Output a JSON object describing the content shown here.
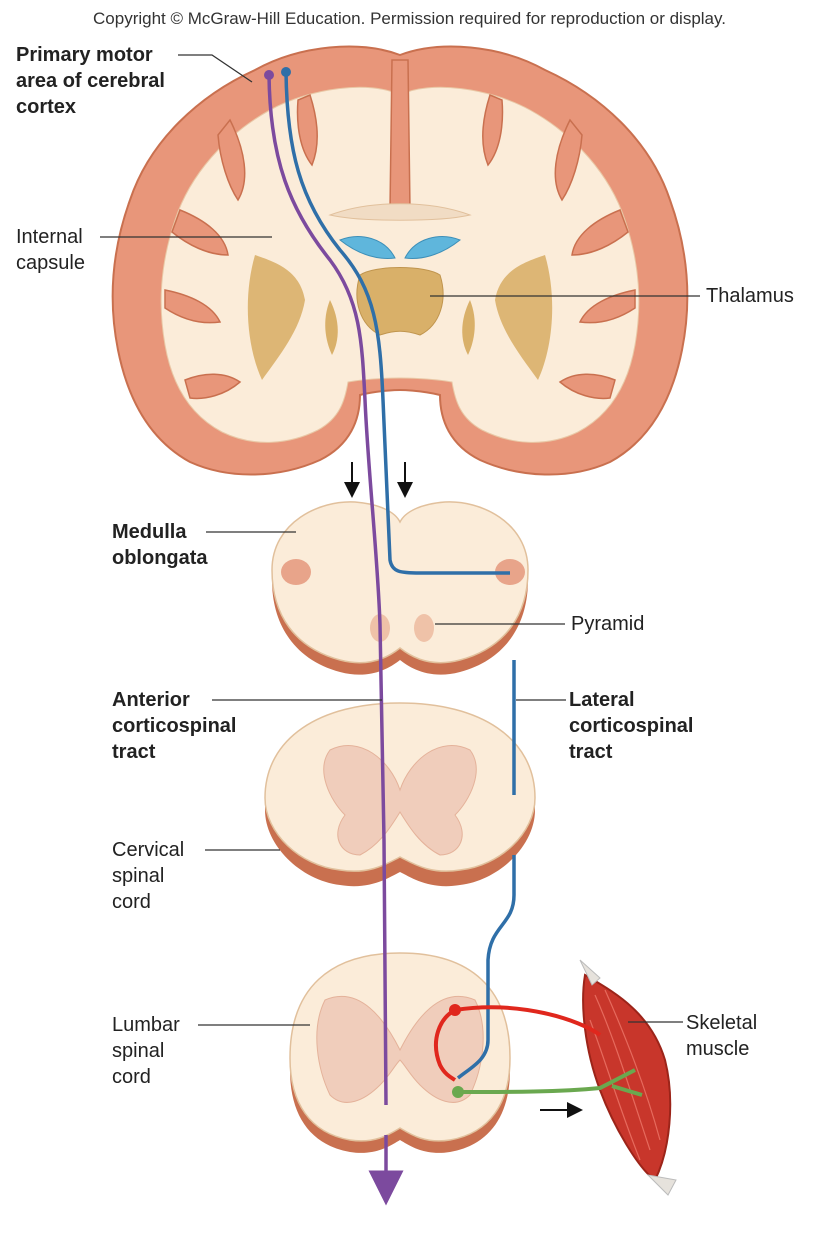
{
  "copyright": "Copyright © McGraw-Hill Education. Permission required for reproduction or display.",
  "labels": {
    "primary_motor": [
      "Primary motor",
      "area of cerebral",
      "cortex"
    ],
    "internal_capsule": [
      "Internal",
      "capsule"
    ],
    "thalamus": [
      "Thalamus"
    ],
    "medulla": [
      "Medulla",
      "oblongata"
    ],
    "pyramid": [
      "Pyramid"
    ],
    "anterior_tract": [
      "Anterior",
      "corticospinal",
      "tract"
    ],
    "lateral_tract": [
      "Lateral",
      "corticospinal",
      "tract"
    ],
    "cervical": [
      "Cervical",
      "spinal",
      "cord"
    ],
    "lumbar": [
      "Lumbar",
      "spinal",
      "cord"
    ],
    "skeletal_muscle": [
      "Skeletal",
      "muscle"
    ]
  },
  "colors": {
    "cortex": "#e8967a",
    "white_matter": "#fbecd9",
    "nuclei": "#d9b069",
    "ventricle": "#5fb6dc",
    "anterior_tract": "#7c4a9e",
    "lateral_tract": "#2f6fa8",
    "upper_motor_red": "#e0271d",
    "lower_motor_green": "#6aa84f",
    "muscle": "#c8362b"
  }
}
